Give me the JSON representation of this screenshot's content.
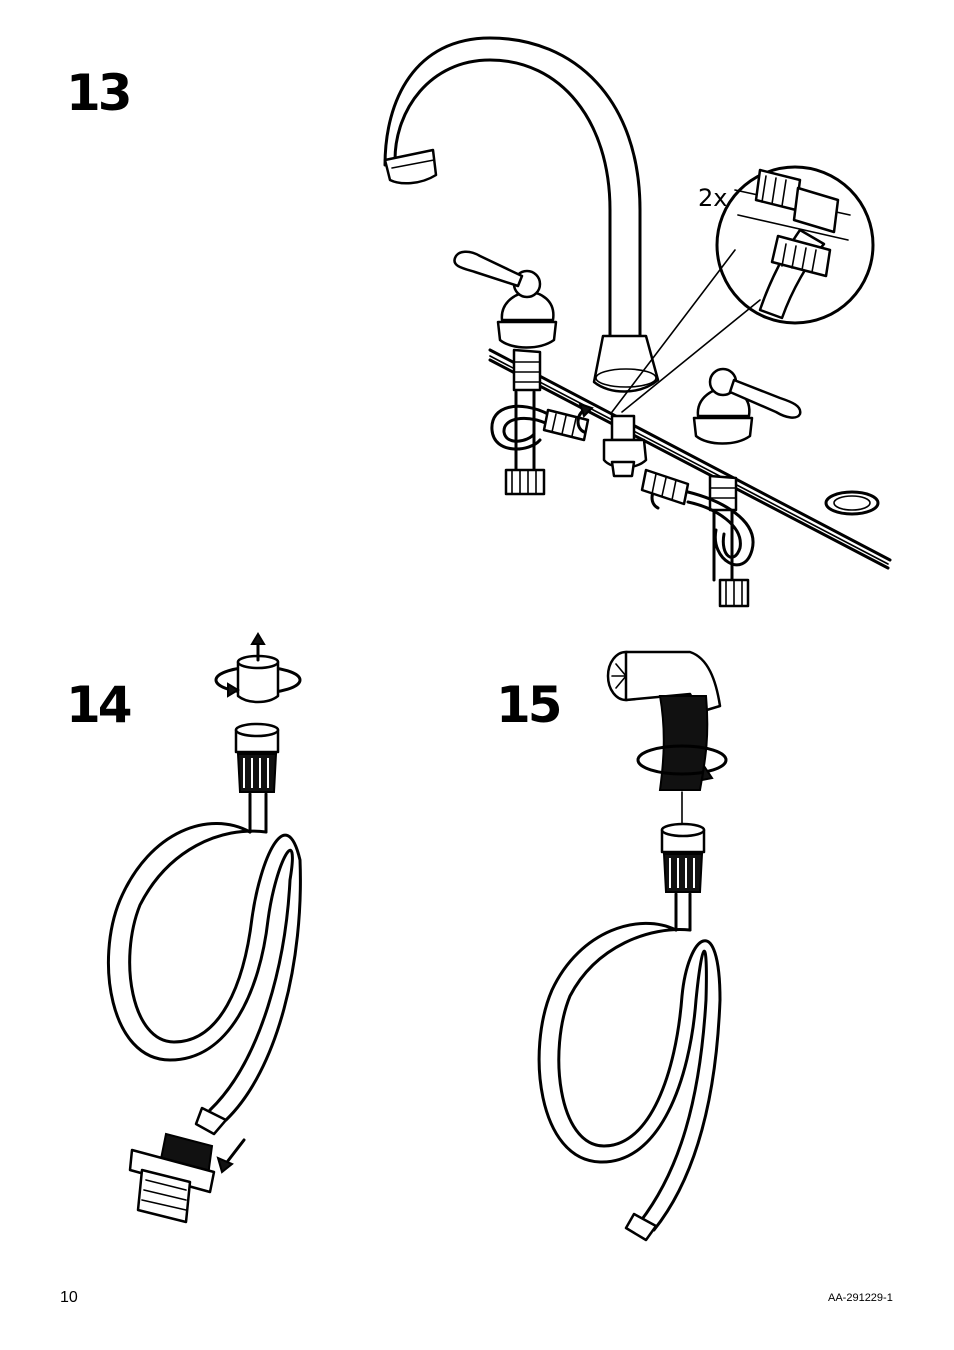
{
  "steps": {
    "step13": "13",
    "step14": "14",
    "step15": "15"
  },
  "quantity_label": "2x",
  "footer": {
    "page_number": "10",
    "document_code": "AA-291229-1"
  },
  "icons": [
    "faucet-illustration",
    "wrench-detail-icon",
    "rotate-arrow-icon",
    "hose-illustration",
    "cap-removal-icon",
    "sprayer-illustration"
  ]
}
